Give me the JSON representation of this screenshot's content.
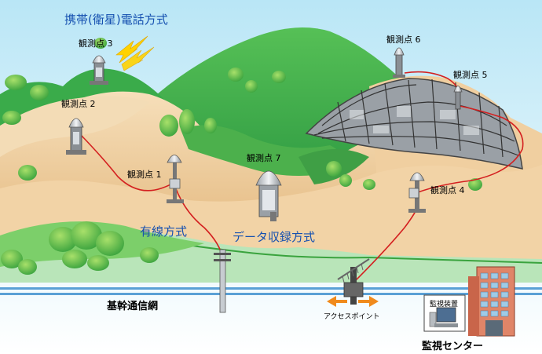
{
  "methods": {
    "mobile": "携帯(衛星)電話方式",
    "wired": "有線方式",
    "data_collection": "データ収録方式"
  },
  "stations": [
    {
      "id": "3",
      "label": "観測点 3"
    },
    {
      "id": "2",
      "label": "観測点 2"
    },
    {
      "id": "1",
      "label": "観測点 1"
    },
    {
      "id": "7",
      "label": "観測点 7"
    },
    {
      "id": "6",
      "label": "観測点 6"
    },
    {
      "id": "5",
      "label": "観測点 5"
    },
    {
      "id": "4",
      "label": "観測点 4"
    }
  ],
  "network": {
    "backbone": "基幹通信網",
    "access_point": "アクセスポイント"
  },
  "center": {
    "name": "監視センター",
    "device": "監視装置"
  },
  "colors": {
    "sky": "#daf1fa",
    "hill_green": "#3aab4a",
    "ground": "#f1d3a8",
    "cable": "#d42020",
    "label_blue": "#1550b0",
    "building": "#d9735a"
  }
}
